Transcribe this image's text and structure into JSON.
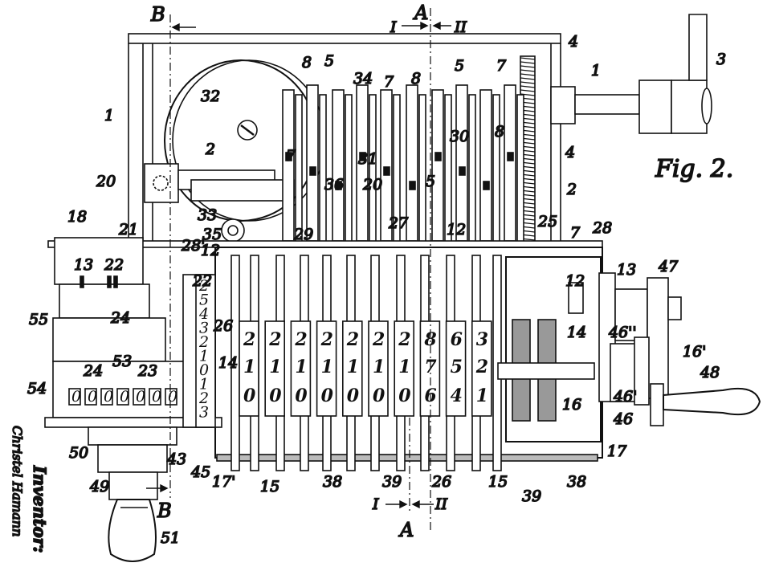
{
  "figure": {
    "title": "Fig. 2.",
    "section_marks": {
      "top_a": "A",
      "bottom_a": "A",
      "top_b": "B",
      "bottom_b": "B",
      "top_i": "I",
      "top_ii": "II",
      "bottom_i": "I",
      "bottom_ii": "II"
    },
    "inventor_label": "Inventor:",
    "inventor_name": "Christel Hamann"
  },
  "reference_numerals": {
    "r1a": "1",
    "r1b": "1",
    "r2a": "2",
    "r2b": "2",
    "r3": "3",
    "r4a": "4",
    "r4b": "4",
    "r5a": "5",
    "r5b": "5",
    "r5c": "5",
    "r7a": "7",
    "r7b": "7",
    "r7c": "7",
    "r7d": "7",
    "r8a": "8",
    "r8b": "8",
    "r8c": "8",
    "r12a": "12",
    "r12b": "12",
    "r12c": "12",
    "r13a": "13",
    "r13b": "13",
    "r14a": "14",
    "r14b": "14",
    "r15a": "15",
    "r15b": "15",
    "r16": "16",
    "r16p": "16'",
    "r17": "17",
    "r17p": "17'",
    "r18": "18",
    "r20a": "20",
    "r20b": "20",
    "r21": "21",
    "r22a": "22",
    "r22b": "22",
    "r23": "23",
    "r24a": "24",
    "r24b": "24",
    "r25": "25",
    "r26a": "26",
    "r26b": "26",
    "r27": "27",
    "r28a": "28",
    "r28p": "28'",
    "r29": "29",
    "r30": "30",
    "r31": "31",
    "r32": "32",
    "r33": "33",
    "r34": "34",
    "r35": "35",
    "r36": "36",
    "r38a": "38",
    "r38b": "38",
    "r39a": "39",
    "r39b": "39",
    "r43": "43",
    "r45": "45",
    "r46": "46",
    "r46p": "46'",
    "r46pp": "46''",
    "r47": "47",
    "r48": "48",
    "r49": "49",
    "r50": "50",
    "r51": "51",
    "r53": "53",
    "r54": "54",
    "r55": "55"
  },
  "counter_wheels": {
    "top": [
      "2",
      "2",
      "2",
      "2",
      "2",
      "2",
      "2",
      "8",
      "6",
      "3"
    ],
    "middle": [
      "1",
      "1",
      "1",
      "1",
      "1",
      "1",
      "1",
      "7",
      "5",
      "2"
    ],
    "bottom": [
      "0",
      "0",
      "0",
      "0",
      "0",
      "0",
      "0",
      "6",
      "4",
      "1"
    ]
  },
  "left_wheel": [
    "2",
    "5",
    "4",
    "3",
    "2",
    "1",
    "0",
    "1",
    "2",
    "3"
  ],
  "left_register": [
    "0",
    "0",
    "0",
    "0",
    "0",
    "0",
    "0"
  ],
  "colors": {
    "ink": "#111111",
    "paper": "#ffffff"
  }
}
